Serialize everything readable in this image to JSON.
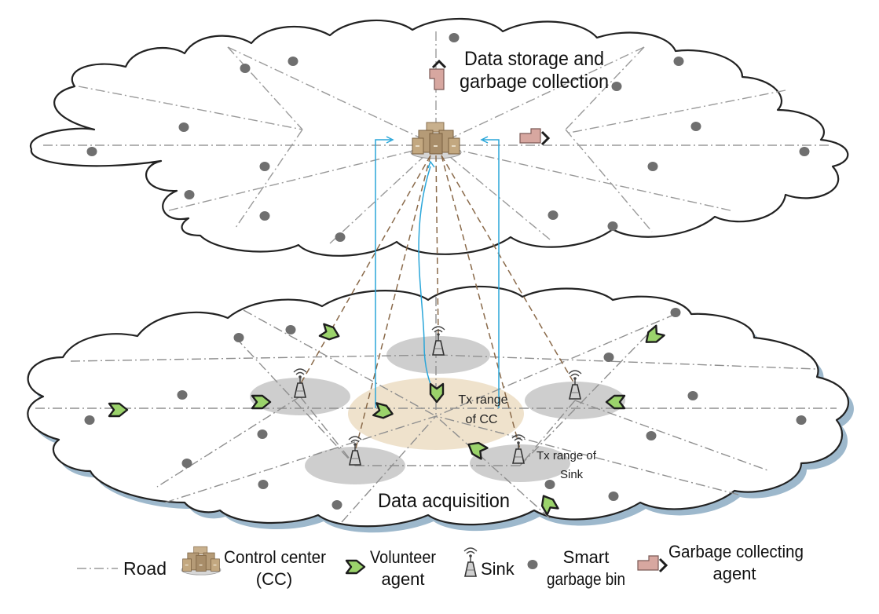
{
  "top_layer": {
    "title_line1": "Data storage and",
    "title_line2": "garbage collection"
  },
  "bottom_layer": {
    "title": "Data acquisition",
    "cc_range_line1": "Tx range",
    "cc_range_line2": "of CC",
    "sink_range_line1": "Tx range of",
    "sink_range_line2": "Sink"
  },
  "legend": {
    "road": "Road",
    "control_center_line1": "Control center",
    "control_center_line2": "(CC)",
    "volunteer_line1": "Volunteer",
    "volunteer_line2": "agent",
    "sink": "Sink",
    "bin_line1": "Smart",
    "bin_line2": "garbage bin",
    "collector_line1": "Garbage collecting",
    "collector_line2": "agent"
  },
  "colors": {
    "road": "#9a9a9a",
    "building": "#b59b77",
    "volunteer_fill": "#9bd36b",
    "collector_fill": "#d7a7a0",
    "link": "#2aa6d9",
    "bin": "#6f6f6f",
    "sink_range": "#c9c9c9",
    "cc_range": "#efe2cc"
  },
  "icons": {
    "control_center": "building-icon",
    "volunteer": "volunteer-arrow-icon",
    "sink": "antenna-icon",
    "bin": "dot-icon",
    "collector": "truck-arrow-icon"
  }
}
